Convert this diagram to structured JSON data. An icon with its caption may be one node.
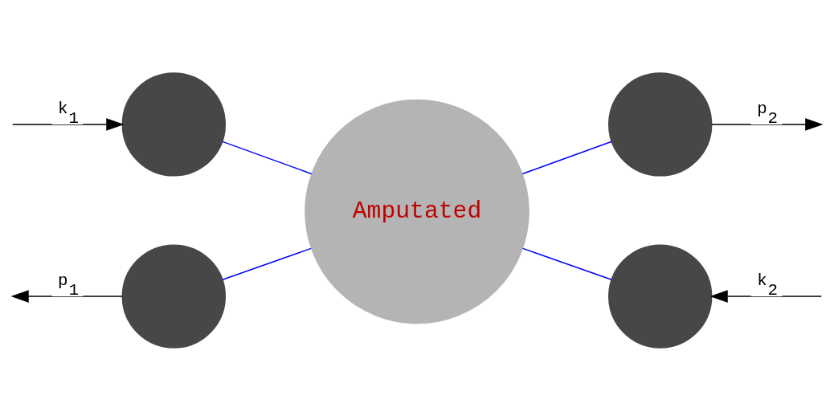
{
  "diagram": {
    "nodes": [
      {
        "text": [],
        "shape": "circle"
      },
      {
        "text": [],
        "shape": "circle"
      },
      {
        "text": [
          "Amputated"
        ]
      },
      {
        "text": [],
        "shape": "circle"
      },
      {
        "text": [],
        "shape": "circle"
      }
    ],
    "edges": [
      {
        "from": 0,
        "to": null,
        "arrow": "to",
        "label": "p$_{1}$"
      },
      {
        "from": null,
        "to": 1,
        "arrow": "to",
        "label": "k$_{1}$"
      },
      {
        "from": 0,
        "to": 2,
        "arrow": "none",
        "color": "#0000ff"
      },
      {
        "from": 1,
        "to": 2,
        "arrow": "none",
        "color": "#0000ff"
      },
      {
        "from": 2,
        "to": 3,
        "arrow": "none",
        "color": "#0000ff"
      },
      {
        "from": 2,
        "to": 4,
        "arrow": "none",
        "color": "#0000ff"
      },
      {
        "from": 3,
        "to": null,
        "arrow": "to",
        "label": "p$_{2}$"
      },
      {
        "from": null,
        "to": 4,
        "arrow": "to",
        "label": "k$_{2}$"
      }
    ]
  }
}
